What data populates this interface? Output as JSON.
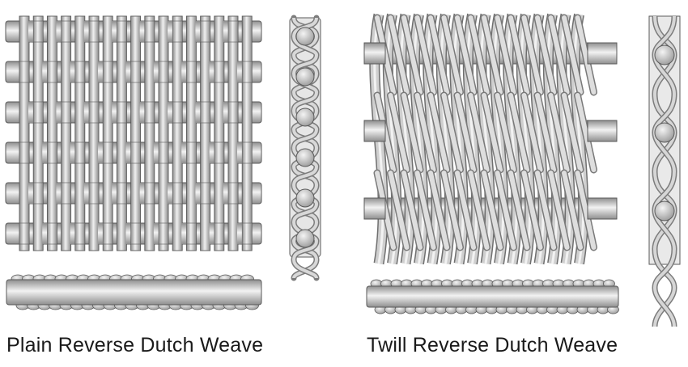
{
  "captions": {
    "plain": "Plain Reverse Dutch Weave",
    "twill": "Twill Reverse Dutch Weave"
  },
  "figures": [
    {
      "id": "plain-reverse-dutch-weave",
      "views": [
        "top-view",
        "side-view",
        "edge-view"
      ]
    },
    {
      "id": "twill-reverse-dutch-weave",
      "views": [
        "top-view",
        "side-view",
        "edge-view"
      ]
    }
  ],
  "colors": {
    "rod_dark": "#8d8d8d",
    "rod_mid": "#c2c2c2",
    "rod_light": "#f0f0f0",
    "outline": "#5a5a5a",
    "text": "#1a1a1a"
  }
}
